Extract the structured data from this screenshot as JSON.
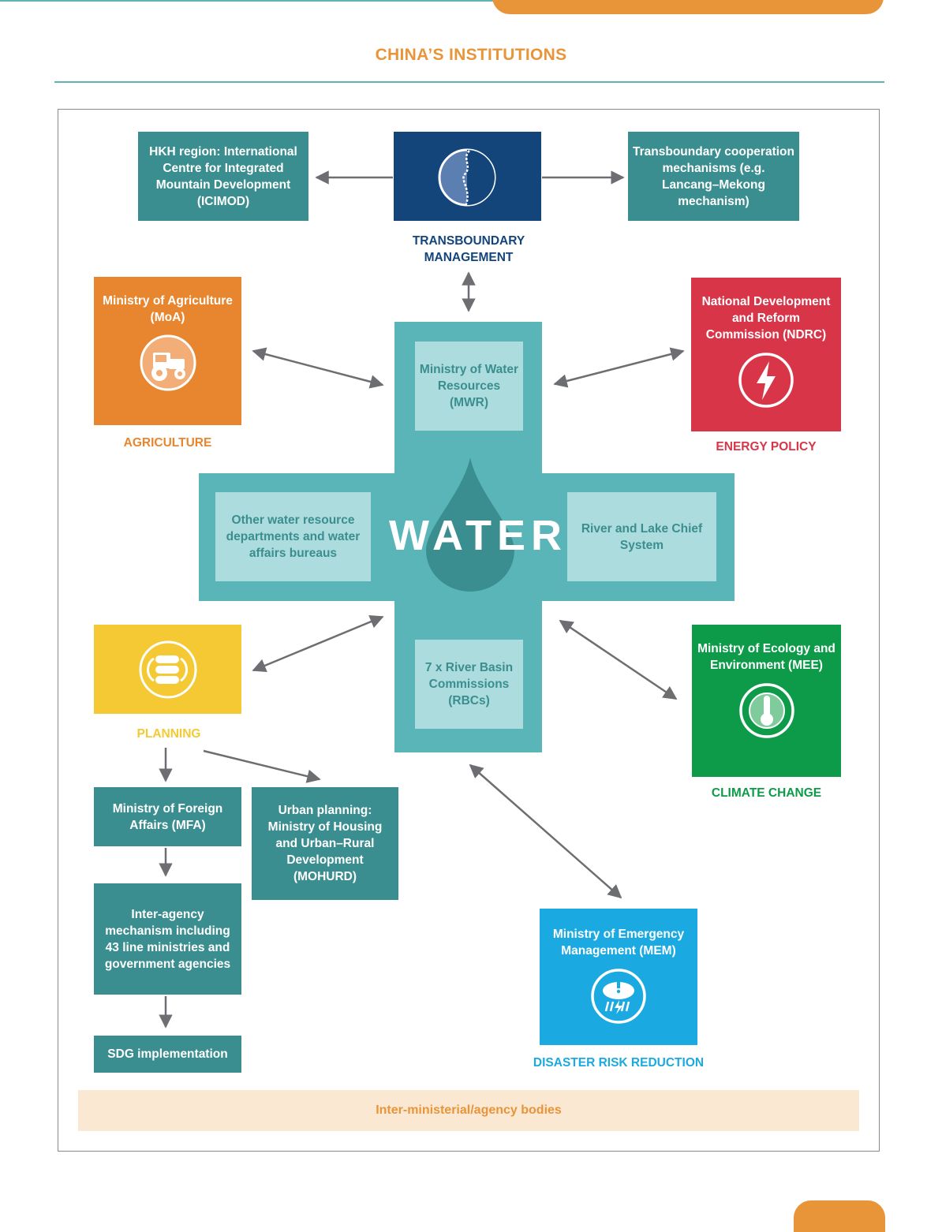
{
  "title": "CHINA’S INSTITUTIONS",
  "colors": {
    "teal": "#3b8e8f",
    "cross": "#5ab5b8",
    "inner": "#acdcdd",
    "navy": "#13447a",
    "orange": "#e8862f",
    "red": "#d83549",
    "yellow": "#f4c934",
    "green": "#0d9b4a",
    "blue": "#1ba9e1",
    "accent": "#e8953a"
  },
  "transboundary": {
    "left_box": "HKH region: International Centre for Integrated Mountain Development (ICIMOD)",
    "right_box": "Transboundary cooperation mechanisms (e.g. Lancang–Mekong mechanism)",
    "caption": "TRANSBOUNDARY MANAGEMENT",
    "icon": "river-map-icon"
  },
  "water": {
    "label": "WATER",
    "top": "Ministry of Water Resources (MWR)",
    "left": "Other water resource departments and water affairs bureaus",
    "right": "River and Lake Chief System",
    "bottom": "7 x River Basin Commissions (RBCs)"
  },
  "sectors": {
    "agriculture": {
      "box": "Ministry of Agriculture (MoA)",
      "caption": "AGRICULTURE",
      "icon": "tractor-icon"
    },
    "energy": {
      "box": "National Development and Reform Commission (NDRC)",
      "caption": "ENERGY POLICY",
      "icon": "lightning-icon"
    },
    "planning": {
      "box": "",
      "caption": "PLANNING",
      "icon": "planning-cycle-icon"
    },
    "climate": {
      "box": "Ministry of Ecology and Environment (MEE)",
      "caption": "CLIMATE CHANGE",
      "icon": "globe-thermometer-icon"
    },
    "disaster": {
      "box": "Ministry of Emergency Management (MEM)",
      "caption": "DISASTER RISK REDUCTION",
      "icon": "storm-alert-icon"
    }
  },
  "planning_chain": {
    "mfa": "Ministry of Foreign Affairs (MFA)",
    "mohurd": "Urban planning: Ministry of Housing and Urban–Rural Development (MOHURD)",
    "inter_agency": "Inter-agency mechanism including 43 line ministries and government agencies",
    "sdg": "SDG implementation"
  },
  "footer_band": "Inter-ministerial/agency bodies"
}
